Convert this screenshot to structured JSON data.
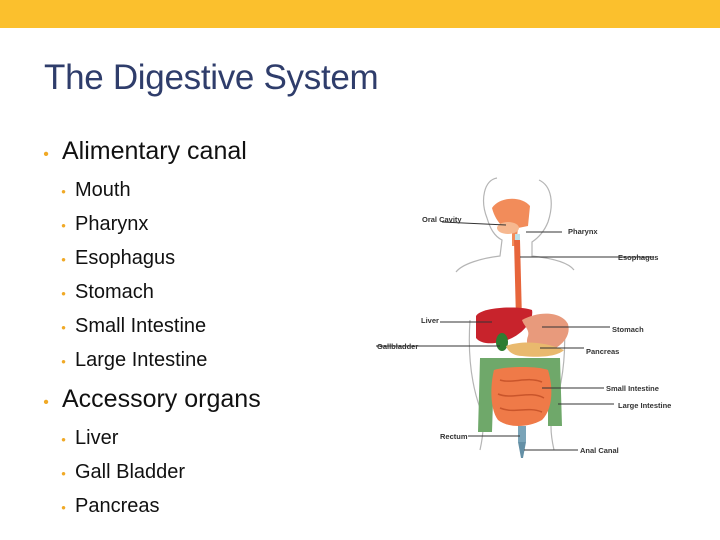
{
  "slide": {
    "title": "The Digestive System",
    "accent_color": "#fbc02d",
    "title_color": "#2f3d6b"
  },
  "bullets": [
    {
      "text": "Alimentary canal",
      "items": [
        "Mouth",
        "Pharynx",
        "Esophagus",
        "Stomach",
        "Small Intestine",
        "Large Intestine"
      ]
    },
    {
      "text": "Accessory organs",
      "items": [
        "Liver",
        "Gall Bladder",
        "Pancreas"
      ]
    }
  ],
  "diagram": {
    "labels": {
      "oral_cavity": "Oral Cavity",
      "pharynx": "Pharynx",
      "esophagus": "Esophagus",
      "liver": "Liver",
      "stomach": "Stomach",
      "gallbladder": "Gallbladder",
      "pancreas": "Pancreas",
      "small_intestine": "Small Intestine",
      "large_intestine": "Large Intestine",
      "rectum": "Rectum",
      "anal_canal": "Anal Canal"
    }
  }
}
